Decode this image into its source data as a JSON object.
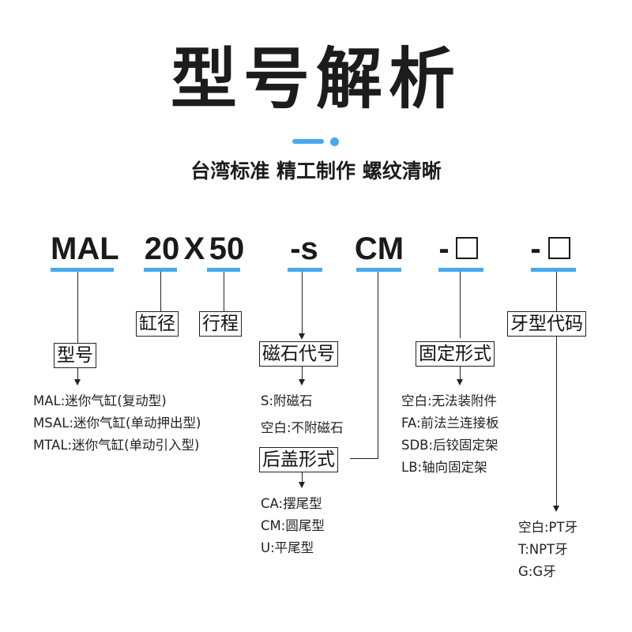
{
  "title": "型号解析",
  "subtitle": "台湾标准  精工制作  螺纹清晰",
  "accent_color": "#46a9ee",
  "model_code": {
    "series": "MAL",
    "bore": "20",
    "separator": "X",
    "stroke": "50",
    "magnet": "-s",
    "rear_cover": "CM",
    "mount_prefix": "-",
    "thread_prefix": "-"
  },
  "labels": {
    "bore": "缸径",
    "stroke": "行程",
    "series": "型号",
    "magnet": "磁石代号",
    "rear_cover": "后盖形式",
    "mount": "固定形式",
    "thread": "牙型代码"
  },
  "series_options": [
    "MAL:迷你气缸(复动型)",
    "MSAL:迷你气缸(单动押出型)",
    "MTAL:迷你气缸(单动引入型)"
  ],
  "magnet_options": [
    "S:附磁石",
    "空白:不附磁石"
  ],
  "rear_cover_options": [
    "CA:摆尾型",
    "CM:圆尾型",
    "U:平尾型"
  ],
  "mount_options": [
    "空白:无法装附件",
    "FA:前法兰连接板",
    "SDB:后铰固定架",
    "LB:轴向固定架"
  ],
  "thread_options": [
    "空白:PT牙",
    "T:NPT牙",
    "G:G牙"
  ]
}
